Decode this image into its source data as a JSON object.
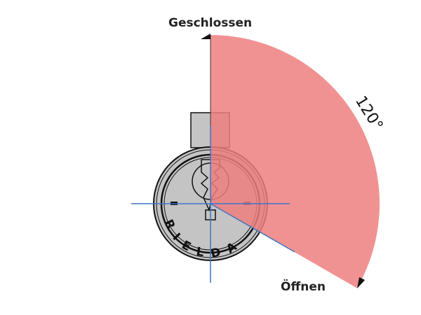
{
  "labels": {
    "closed": "Geschlossen",
    "open": "Öffnen",
    "angle": "120°",
    "brand": "RIELDA"
  },
  "rotation_angle_deg": 120,
  "colors": {
    "sector": "#ef7f7f",
    "lock_body": "#c4c4c4",
    "axis": "#3f74c4"
  }
}
